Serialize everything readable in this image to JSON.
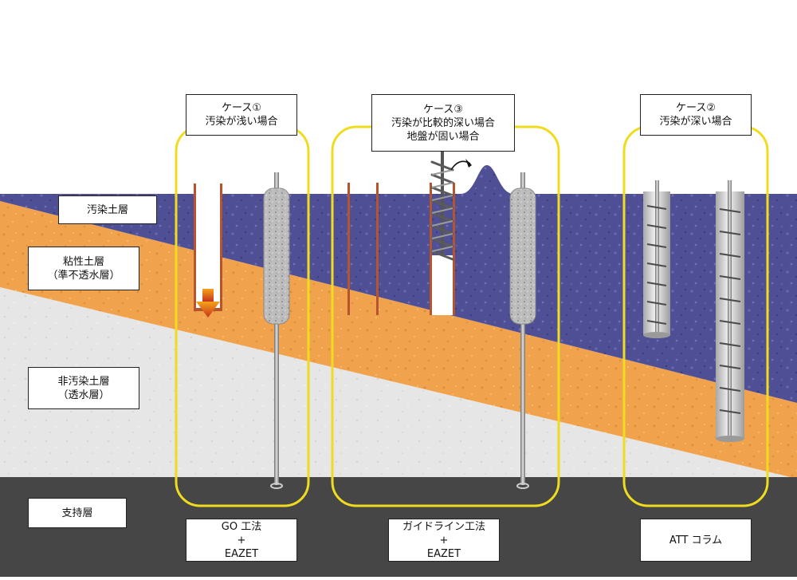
{
  "layer_labels": {
    "contaminated": [
      "汚染土層"
    ],
    "clay": [
      "粘性土層",
      "（準不透水層）"
    ],
    "noncontaminated": [
      "非汚染土層",
      "（透水層）"
    ],
    "bearing": [
      "支持層"
    ]
  },
  "cases": {
    "case1": [
      "ケース①",
      "汚染が浅い場合"
    ],
    "case3": [
      "ケース③",
      "汚染が比較的深い場合",
      "地盤が固い場合"
    ],
    "case2": [
      "ケース②",
      "汚染が深い場合"
    ]
  },
  "methods": {
    "method1": [
      "GO 工法",
      "+",
      "EAZET"
    ],
    "method3": [
      "ガイドライン工法",
      "+",
      "EAZET"
    ],
    "method2": [
      "ATT コラム"
    ]
  },
  "colors": {
    "contaminated_layer": "#4f4f95",
    "clay_layer": "#f0a24c",
    "noncontaminated_layer": "#e6e6e6",
    "bearing_layer": "#464646",
    "case_frame": "#f0dc1e",
    "casing_wall": "#b5552e",
    "arrow_tip": "#d23a1e",
    "column": "#bdbdbd"
  },
  "icons": [
    "down-arrow-icon",
    "curved-arrow-icon",
    "auger-spiral-icon"
  ]
}
